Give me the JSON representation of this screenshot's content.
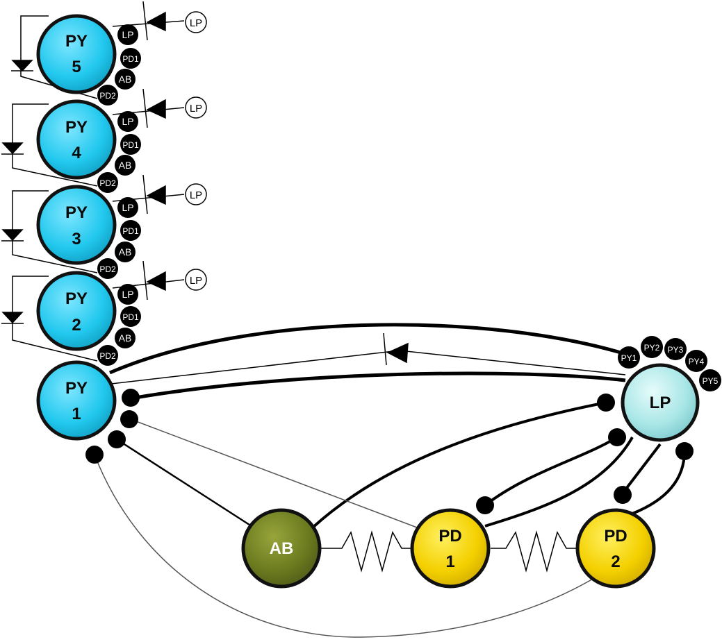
{
  "colors": {
    "py_neuron": "#22c8ee",
    "lp_neuron": "#a8e6e6",
    "ab_neuron": "#6b7a1e",
    "pd_neuron": "#f4d000",
    "outline": "#111111",
    "tag_fill": "#000000"
  },
  "neurons": {
    "py5": {
      "line1": "PY",
      "line2": "5"
    },
    "py4": {
      "line1": "PY",
      "line2": "4"
    },
    "py3": {
      "line1": "PY",
      "line2": "3"
    },
    "py2": {
      "line1": "PY",
      "line2": "2"
    },
    "py1": {
      "line1": "PY",
      "line2": "1"
    },
    "lp": {
      "label": "LP"
    },
    "ab": {
      "label": "AB"
    },
    "pd1": {
      "line1": "PD",
      "line2": "1"
    },
    "pd2": {
      "line1": "PD",
      "line2": "2"
    }
  },
  "py_tags": [
    "LP",
    "PD1",
    "AB",
    "PD2"
  ],
  "py_lp_ref": "LP",
  "lp_tags": [
    "PY1",
    "PY2",
    "PY3",
    "PY4",
    "PY5"
  ],
  "synapse_types": {
    "inhibitory": "filled-circle-icon",
    "rectifying": "diode-icon",
    "electrical": "resistor-icon"
  }
}
